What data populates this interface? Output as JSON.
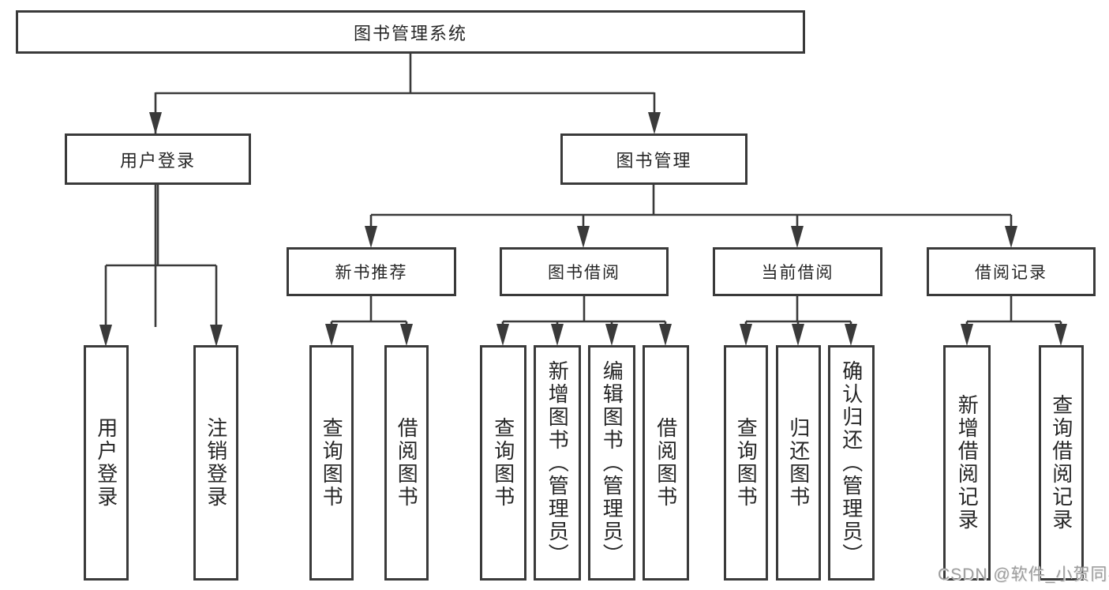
{
  "tree": {
    "label": "图书管理系统",
    "children": [
      {
        "label": "用户登录",
        "children": [
          {
            "label": "用户登录"
          },
          {
            "label": "注销登录"
          }
        ]
      },
      {
        "label": "图书管理",
        "children": [
          {
            "label": "新书推荐",
            "children": [
              {
                "label": "查询图书"
              },
              {
                "label": "借阅图书"
              }
            ]
          },
          {
            "label": "图书借阅",
            "children": [
              {
                "label": "查询图书"
              },
              {
                "label": "新增图书（管理员）"
              },
              {
                "label": "编辑图书（管理员）"
              },
              {
                "label": "借阅图书"
              }
            ]
          },
          {
            "label": "当前借阅",
            "children": [
              {
                "label": "查询图书"
              },
              {
                "label": "归还图书"
              },
              {
                "label": "确认归还（管理员）"
              }
            ]
          },
          {
            "label": "借阅记录",
            "children": [
              {
                "label": "新增借阅记录"
              },
              {
                "label": "查询借阅记录"
              }
            ]
          }
        ]
      }
    ]
  },
  "watermark": "CSDN @软件_小贺同学",
  "colors": {
    "line": "#3a3a3a",
    "text": "#262626",
    "watermark": "#9d9d9d",
    "background": "#ffffff"
  }
}
